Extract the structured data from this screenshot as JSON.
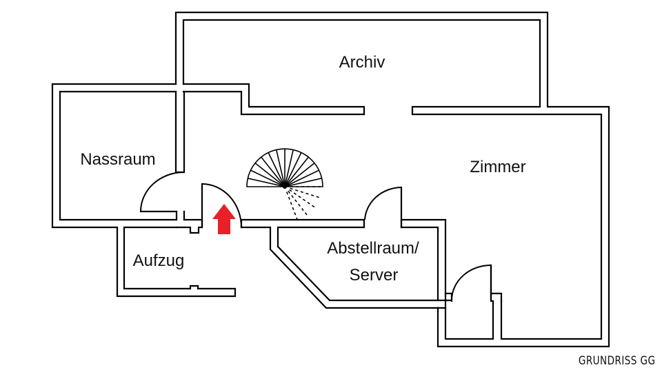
{
  "plan": {
    "title": "GRUNDRISS GG",
    "rooms": [
      {
        "id": "archiv",
        "label": "Archiv"
      },
      {
        "id": "nassraum",
        "label": "Nassraum"
      },
      {
        "id": "zimmer",
        "label": "Zimmer"
      },
      {
        "id": "aufzug",
        "label": "Aufzug"
      },
      {
        "id": "abstellraum",
        "label_line1": "Abstellraum/",
        "label_line2": "Server"
      }
    ],
    "features": {
      "entrance_arrow": {
        "icon": "up-arrow-icon",
        "color": "#e8202a"
      },
      "spiral_staircase": {
        "icon": "spiral-staircase-icon"
      }
    },
    "colors": {
      "wall": "#000000",
      "background": "#ffffff",
      "entrance": "#e8202a"
    }
  }
}
